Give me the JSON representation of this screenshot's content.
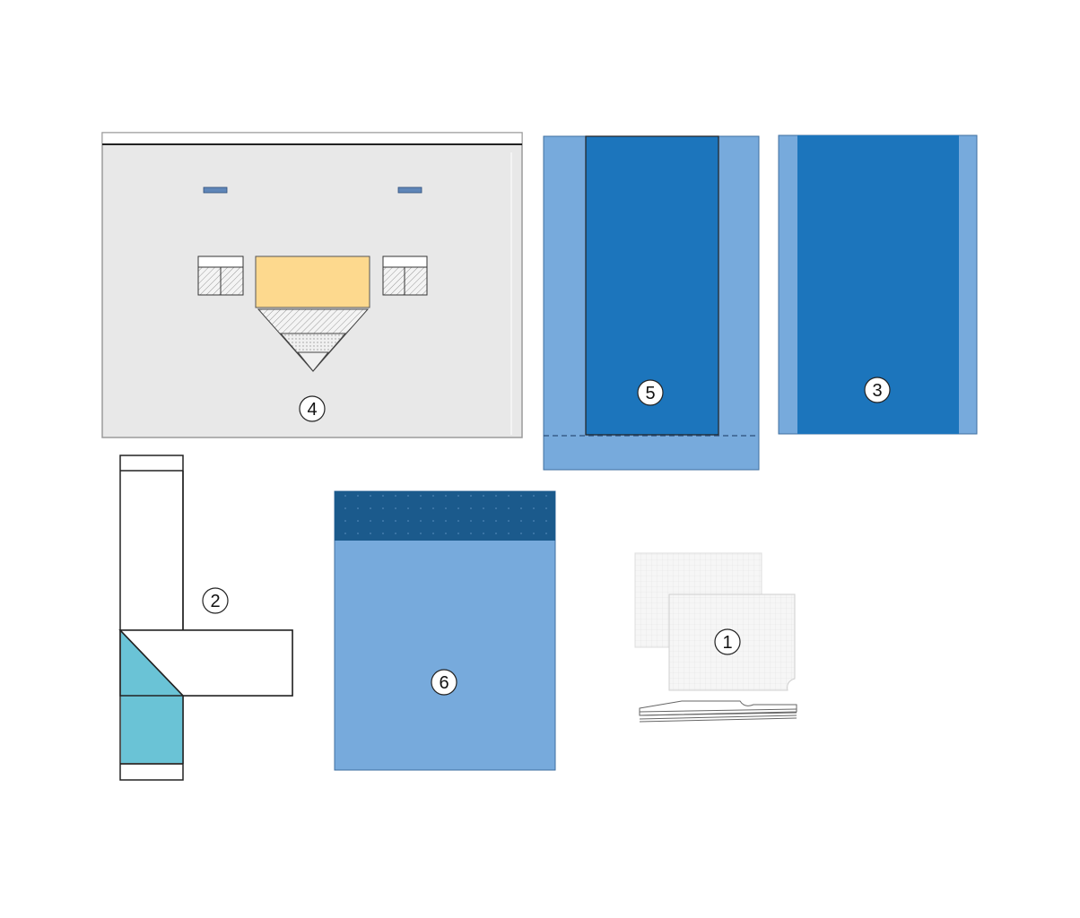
{
  "colors": {
    "drape_gray": "#e8e8e8",
    "drape_light_blue": "#77aadc",
    "drape_dark_blue": "#1c75bc",
    "drape_navy": "#1b5a8c",
    "fenestration_yellow": "#fdd98e",
    "triangle_teal": "#6ac3d6",
    "outline": "#222222"
  },
  "items": [
    {
      "id": "item-1",
      "number": "1",
      "icon": "swab-pads-icon"
    },
    {
      "id": "item-2",
      "number": "2",
      "icon": "t-drape-icon"
    },
    {
      "id": "item-3",
      "number": "3",
      "icon": "blue-drape-icon"
    },
    {
      "id": "item-4",
      "number": "4",
      "icon": "fenestrated-drape-icon"
    },
    {
      "id": "item-5",
      "number": "5",
      "icon": "blue-drape-with-cuff-icon"
    },
    {
      "id": "item-6",
      "number": "6",
      "icon": "bag-drape-icon"
    }
  ]
}
